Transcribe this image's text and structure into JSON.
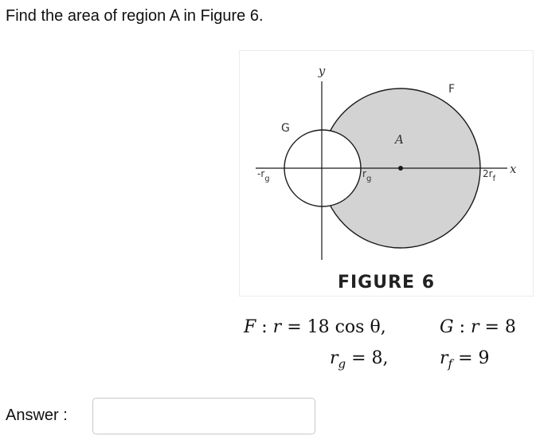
{
  "question": "Find the area of region A in Figure 6.",
  "figure": {
    "caption": "FIGURE 6",
    "labels": {
      "y_axis": "y",
      "x_axis": "x",
      "circle_f": "F",
      "circle_g": "G",
      "region": "A",
      "neg_rg": "-r",
      "neg_rg_sub": "g",
      "rg": "r",
      "rg_sub": "g",
      "two_rf": "2r",
      "two_rf_sub": "f"
    },
    "colors": {
      "region_fill": "#d3d3d3",
      "stroke": "#1a1a1a"
    }
  },
  "equations": {
    "F_lhs": "F",
    "F_mid": " : ",
    "F_var": "r",
    "F_rhs": " = 18 cos θ,",
    "G_lhs": "G",
    "G_mid": " : ",
    "G_var": "r",
    "G_rhs": " = 8",
    "rg_var": "r",
    "rg_sub": "g",
    "rg_rhs": " = 8,",
    "rf_var": "r",
    "rf_sub": "f",
    "rf_rhs": " = 9"
  },
  "answer": {
    "label": "Answer :",
    "value": ""
  }
}
